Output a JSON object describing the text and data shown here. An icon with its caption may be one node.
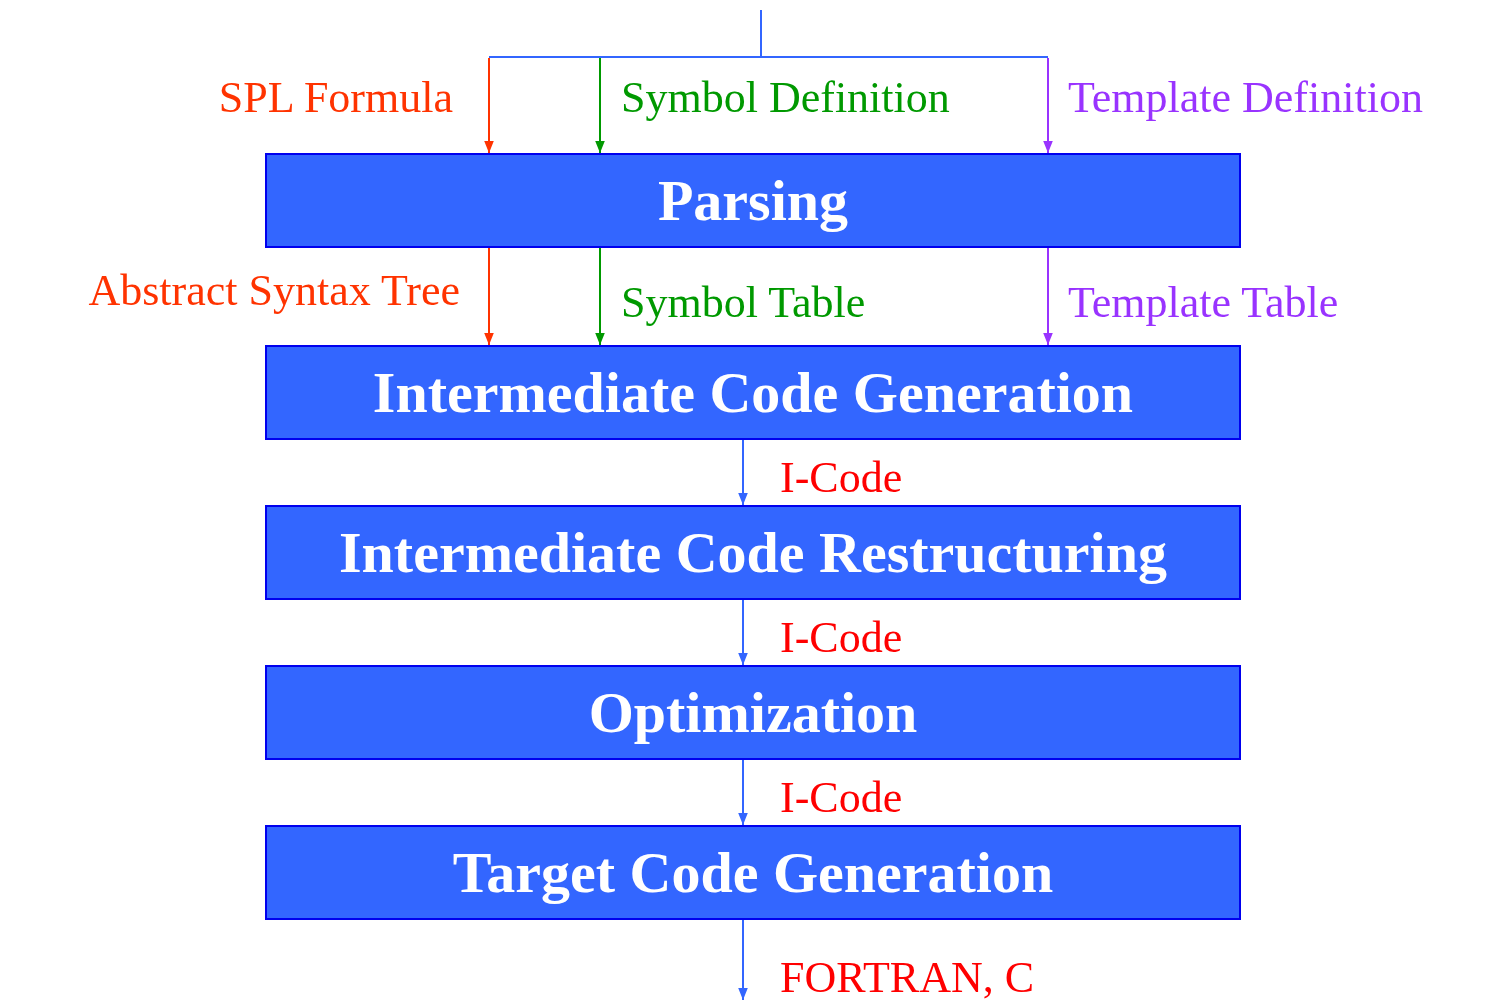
{
  "diagram": {
    "nodes": [
      {
        "text": [
          "Parsing"
        ]
      },
      {
        "text": [
          "Intermediate Code Generation"
        ]
      },
      {
        "text": [
          "Intermediate Code Restructuring"
        ]
      },
      {
        "text": [
          "Optimization"
        ]
      },
      {
        "text": [
          "Target Code Generation"
        ]
      }
    ],
    "edges": [
      {
        "from": null,
        "to": 0,
        "arrow": "to",
        "label": "SPL Formula",
        "color": "#ff3300"
      },
      {
        "from": null,
        "to": 0,
        "arrow": "to",
        "label": "Symbol Definition",
        "color": "#009900"
      },
      {
        "from": null,
        "to": 0,
        "arrow": "to",
        "label": "Template Definition",
        "color": "#9933ff"
      },
      {
        "from": 0,
        "to": 1,
        "arrow": "to",
        "label": "Abstract Syntax Tree",
        "color": "#ff3300"
      },
      {
        "from": 0,
        "to": 1,
        "arrow": "to",
        "label": "Symbol Table",
        "color": "#009900"
      },
      {
        "from": 0,
        "to": 1,
        "arrow": "to",
        "label": "Template Table",
        "color": "#9933ff"
      },
      {
        "from": 1,
        "to": 2,
        "arrow": "to",
        "label": "I-Code"
      },
      {
        "from": 2,
        "to": 3,
        "arrow": "to",
        "label": "I-Code"
      },
      {
        "from": 3,
        "to": 4,
        "arrow": "to",
        "label": "I-Code"
      },
      {
        "from": 4,
        "to": null,
        "arrow": "to",
        "label": "FORTRAN, C"
      }
    ]
  }
}
